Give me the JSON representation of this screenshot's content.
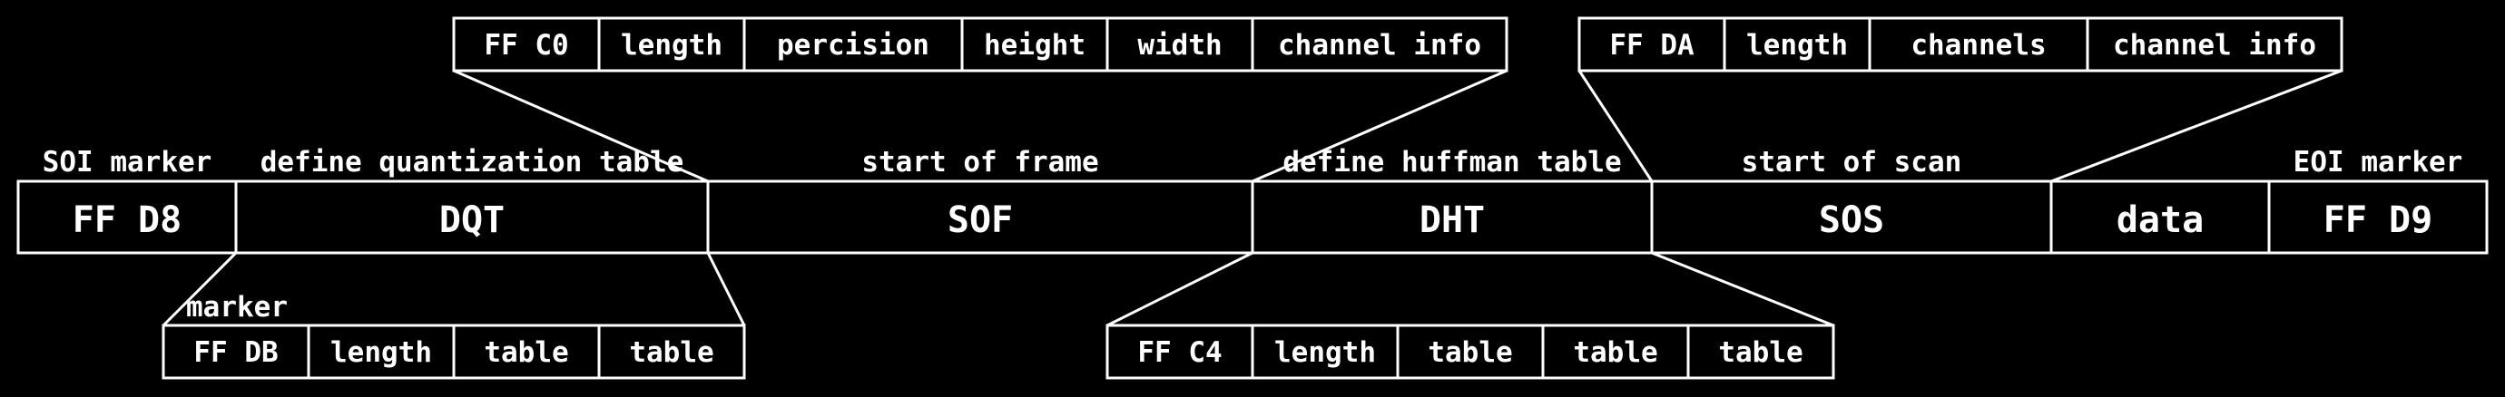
{
  "main_row": {
    "segments": [
      {
        "label": "FF D8",
        "caption": "SOI marker"
      },
      {
        "label": "DQT",
        "caption": "define quantization table"
      },
      {
        "label": "SOF",
        "caption": "start of frame"
      },
      {
        "label": "DHT",
        "caption": "define huffman table"
      },
      {
        "label": "SOS",
        "caption": "start of scan"
      },
      {
        "label": "data",
        "caption": ""
      },
      {
        "label": "FF D9",
        "caption": "EOI marker"
      }
    ]
  },
  "sof_detail": {
    "cells": [
      "FF C0",
      "length",
      "percision",
      "height",
      "width",
      "channel info"
    ]
  },
  "sos_detail": {
    "cells": [
      "FF DA",
      "length",
      "channels",
      "channel info"
    ]
  },
  "dqt_detail": {
    "caption": "marker",
    "cells": [
      "FF DB",
      "length",
      "table",
      "table"
    ]
  },
  "dht_detail": {
    "cells": [
      "FF C4",
      "length",
      "table",
      "table",
      "table"
    ]
  },
  "colors": {
    "background": "#000000",
    "foreground": "#ffffff"
  }
}
